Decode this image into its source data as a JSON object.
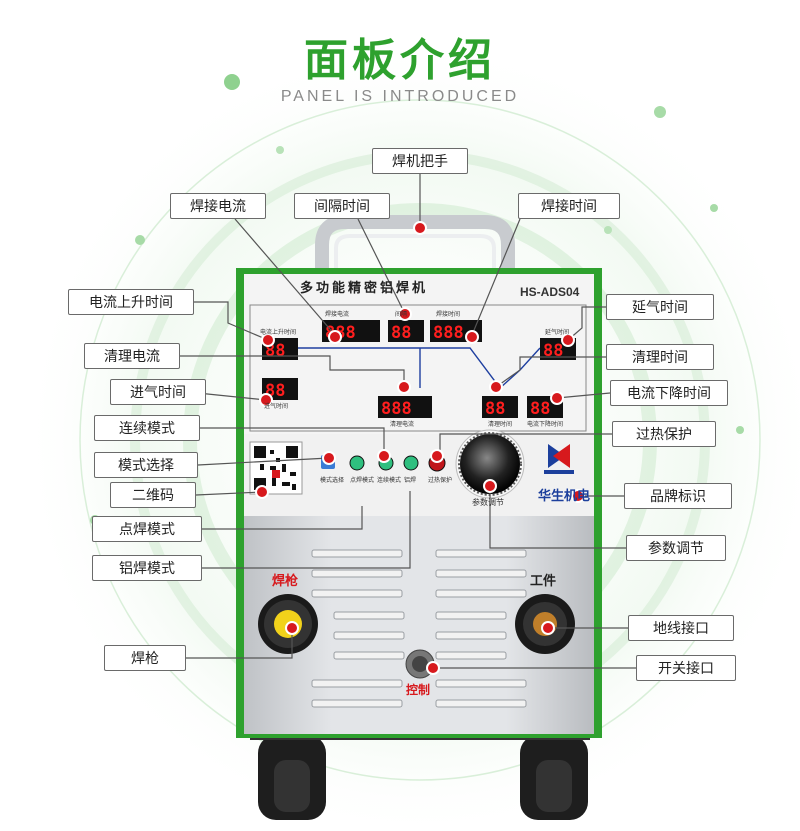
{
  "header": {
    "title_cn": "面板介绍",
    "title_en": "PANEL IS INTRODUCED"
  },
  "machine": {
    "name": "多功能精密铝焊机",
    "model": "HS-ADS04",
    "brand": "华生机电",
    "torch_label": "焊枪",
    "work_label": "工件",
    "control_label": "控制",
    "knob_label": "参数调节",
    "display_labels": {
      "weld_current": "焊接电流",
      "interval": "间隔",
      "weld_time": "焊接时间",
      "rise_time": "电流上升时间",
      "post_gas": "延气时间",
      "clean_current": "清理电流",
      "clean_time": "清理时间",
      "fall_time": "电流下降时间",
      "pre_gas": "进气时间"
    },
    "buttons": {
      "mode_select": "模式选择",
      "spot": "点焊模式",
      "continuous": "连续模式",
      "aluminum": "铝焊",
      "overheat": "过热保护"
    }
  },
  "labels": {
    "handle": "焊机把手",
    "weld_current": "焊接电流",
    "interval_time": "间隔时间",
    "weld_time": "焊接时间",
    "rise_time": "电流上升时间",
    "post_gas": "延气时间",
    "clean_current": "清理电流",
    "clean_time": "清理时间",
    "pre_gas": "进气时间",
    "fall_time": "电流下降时间",
    "continuous_mode": "连续模式",
    "overheat": "过热保护",
    "mode_select": "模式选择",
    "qr_code": "二维码",
    "brand": "品牌标识",
    "spot_mode": "点焊模式",
    "param_adjust": "参数调节",
    "aluminum_mode": "铝焊模式",
    "ground_port": "地线接口",
    "torch": "焊枪",
    "switch_port": "开关接口"
  },
  "colors": {
    "green": "#2ea12e",
    "red": "#d7191d",
    "panel": "#efefef",
    "body": "#d7d9dc",
    "led": "#ff1e1e"
  }
}
